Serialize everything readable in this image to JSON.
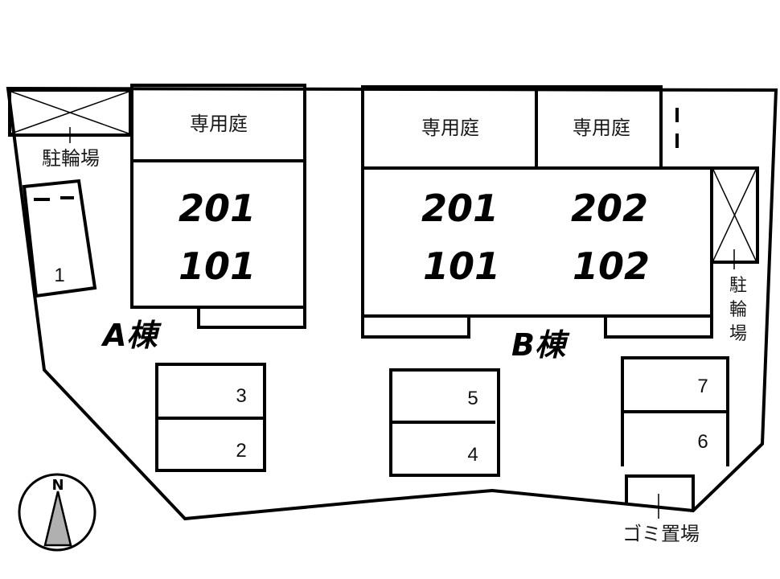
{
  "site_plan": {
    "buildings": [
      {
        "name": "A棟",
        "garden_label": "専用庭",
        "units": [
          "201",
          "101"
        ]
      },
      {
        "name": "B棟",
        "gardens": [
          "専用庭",
          "専用庭"
        ],
        "units_upper": [
          "201",
          "202"
        ],
        "units_lower": [
          "101",
          "102"
        ]
      }
    ],
    "bicycle_parking": [
      "駐輪場",
      "駐輪場"
    ],
    "bicycle_parking_vertical": [
      "駐",
      "輪",
      "場"
    ],
    "garbage_area": "ゴミ置場",
    "parking_spaces": [
      "1",
      "2",
      "3",
      "4",
      "5",
      "6",
      "7"
    ],
    "compass": {
      "label": "N"
    },
    "colors": {
      "line": "#000000",
      "background": "#ffffff",
      "compass_fill": "#b0b0b0"
    }
  }
}
